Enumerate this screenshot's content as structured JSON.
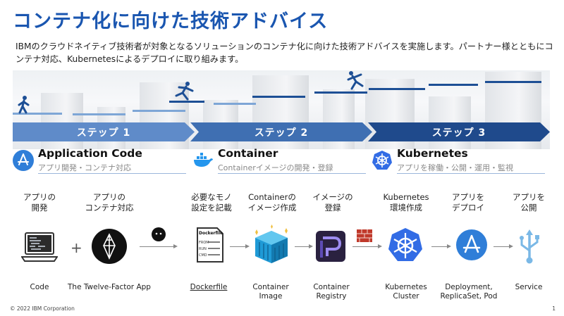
{
  "title": "コンテナ化に向けた技術アドバイス",
  "intro": "IBMのクラウドネイティブ技術者が対象となるソリューションのコンテナ化に向けた技術アドバイスを実施します。パートナー様とともにコンテナ対応、Kubernetesによるデプロイに取り組みます。",
  "steps": [
    {
      "label": "ステップ 1",
      "color": "#5f8bc9"
    },
    {
      "label": "ステップ 2",
      "color": "#3f6fb2"
    },
    {
      "label": "ステップ 3",
      "color": "#1f4a8c"
    }
  ],
  "phases": [
    {
      "title": "Application Code",
      "subtitle": "アプリ開発・コンテナ対応",
      "icon": "app-store-icon"
    },
    {
      "title": "Container",
      "subtitle": "Containerイメージの開発・登録",
      "icon": "docker-whale-icon"
    },
    {
      "title": "Kubernetes",
      "subtitle": "アプリを稼働・公開・運用・監視",
      "icon": "kubernetes-helm-icon"
    }
  ],
  "items": [
    {
      "top": [
        "アプリの",
        "開発"
      ],
      "bottom": [
        "Code"
      ]
    },
    {
      "top": [
        "アプリの",
        "コンテナ対応"
      ],
      "bottom": [
        "The Twelve-Factor App"
      ]
    },
    {
      "top": [
        "必要なモノ",
        "設定を記載"
      ],
      "bottom": [
        "Dockerfile"
      ]
    },
    {
      "top": [
        "Containerの",
        "イメージ作成"
      ],
      "bottom": [
        "Container",
        "Image"
      ]
    },
    {
      "top": [
        "イメージの",
        "登録"
      ],
      "bottom": [
        "Container",
        "Registry"
      ]
    },
    {
      "top": [
        "Kubernetes",
        "環境作成"
      ],
      "bottom": [
        "Kubernetes",
        "Cluster"
      ]
    },
    {
      "top": [
        "アプリを",
        "デプロイ"
      ],
      "bottom": [
        "Deployment,",
        "ReplicaSet, Pod"
      ]
    },
    {
      "top": [
        "アプリを",
        "公開"
      ],
      "bottom": [
        "Service"
      ]
    }
  ],
  "plus": "+",
  "dockerfile_icon": {
    "heading": "Dockerfile",
    "lines": [
      "FROM",
      "RUN",
      "CMD"
    ]
  },
  "footer": "© 2022 IBM Corporation",
  "page_number": "1"
}
